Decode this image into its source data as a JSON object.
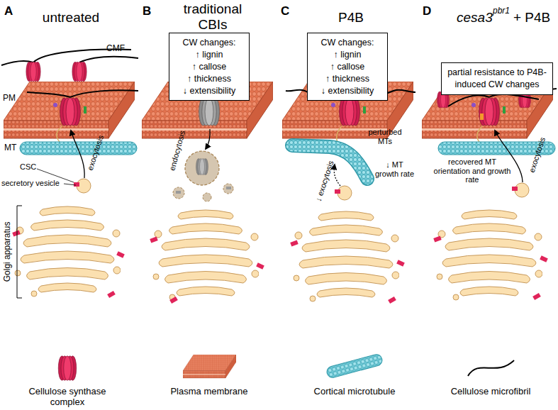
{
  "diagram": {
    "nodes": [
      {
        "text": [
          "CW changes:",
          "↑ lignin",
          "↑ callose",
          "↑ thickness",
          "↓ extensibility"
        ]
      },
      {
        "text": [
          "CW changes:",
          "↑ lignin",
          "↑ callose",
          "↑ thickness",
          "↓ extensibility"
        ]
      },
      {
        "text": [
          "partial resistance to P4B-induced CW changes"
        ]
      }
    ],
    "labels": [
      "A",
      "untreated",
      "B",
      "traditional CBIs",
      "C",
      "P4B",
      "D",
      "cesa3",
      "pbr1",
      "+ P4B",
      "CMF",
      "PM",
      "MT",
      "CSC",
      "secretory vesicle",
      "exocytosis",
      "Golgi apparatus",
      "endocytosis",
      "perturbed MTs",
      "↓ MT growth rate",
      "↓ exocytosis",
      "recovered MT orientation and growth rate",
      "exocytosis"
    ],
    "legend": [
      {
        "text": "Cellulose synthase complex"
      },
      {
        "text": "Plasma membrane"
      },
      {
        "text": "Cortical microtubule"
      },
      {
        "text": "Cellulose microfibril"
      }
    ]
  }
}
